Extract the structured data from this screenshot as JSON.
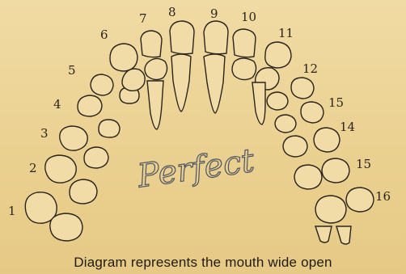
{
  "labels": [
    "1",
    "2",
    "3",
    "4",
    "5",
    "6",
    "7",
    "8",
    "9",
    "10",
    "11",
    "12",
    "15",
    "14",
    "15",
    "16"
  ],
  "handwriting": "Perfect",
  "caption": "Diagram represents the mouth wide open",
  "colors": {
    "paper": "#ecd39a",
    "ink": "#2a241c",
    "pencil": "#4d5566"
  }
}
